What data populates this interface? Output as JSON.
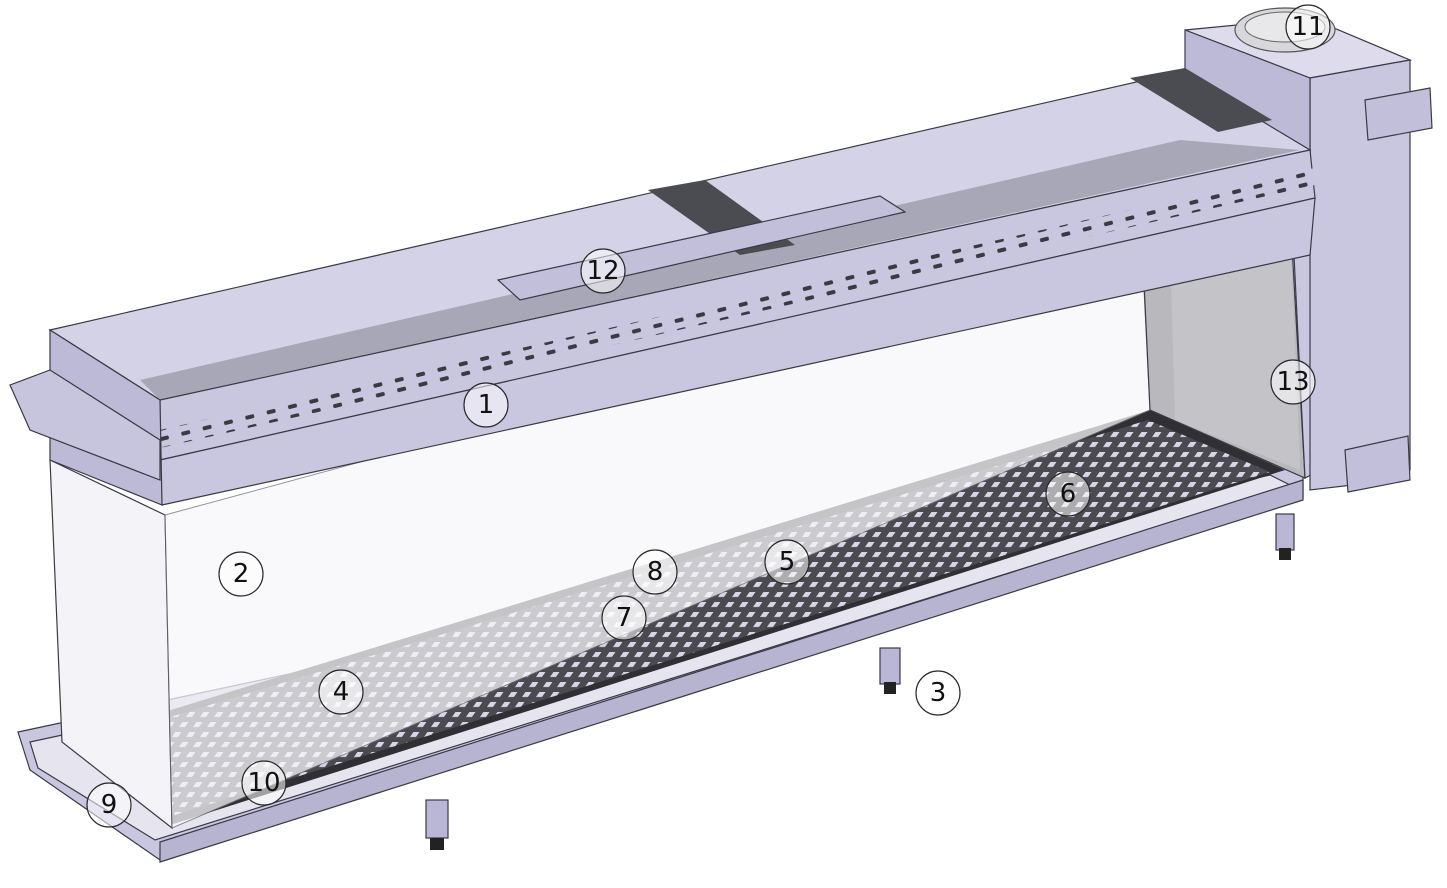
{
  "callouts": [
    {
      "id": "1",
      "label": "1"
    },
    {
      "id": "2",
      "label": "2"
    },
    {
      "id": "3",
      "label": "3"
    },
    {
      "id": "4",
      "label": "4"
    },
    {
      "id": "5",
      "label": "5"
    },
    {
      "id": "6",
      "label": "6"
    },
    {
      "id": "7",
      "label": "7"
    },
    {
      "id": "8",
      "label": "8"
    },
    {
      "id": "9",
      "label": "9"
    },
    {
      "id": "10",
      "label": "10"
    },
    {
      "id": "11",
      "label": "11"
    },
    {
      "id": "12",
      "label": "12"
    },
    {
      "id": "13",
      "label": "13"
    }
  ],
  "colors": {
    "metal": "#c9c6e0",
    "metal_dark": "#a9a6c6",
    "metal_light": "#dedcec",
    "glass": "#f3f3f8",
    "interior": "#b9b9bd",
    "grate": "#3b3b40",
    "strap": "#4b4b52"
  }
}
